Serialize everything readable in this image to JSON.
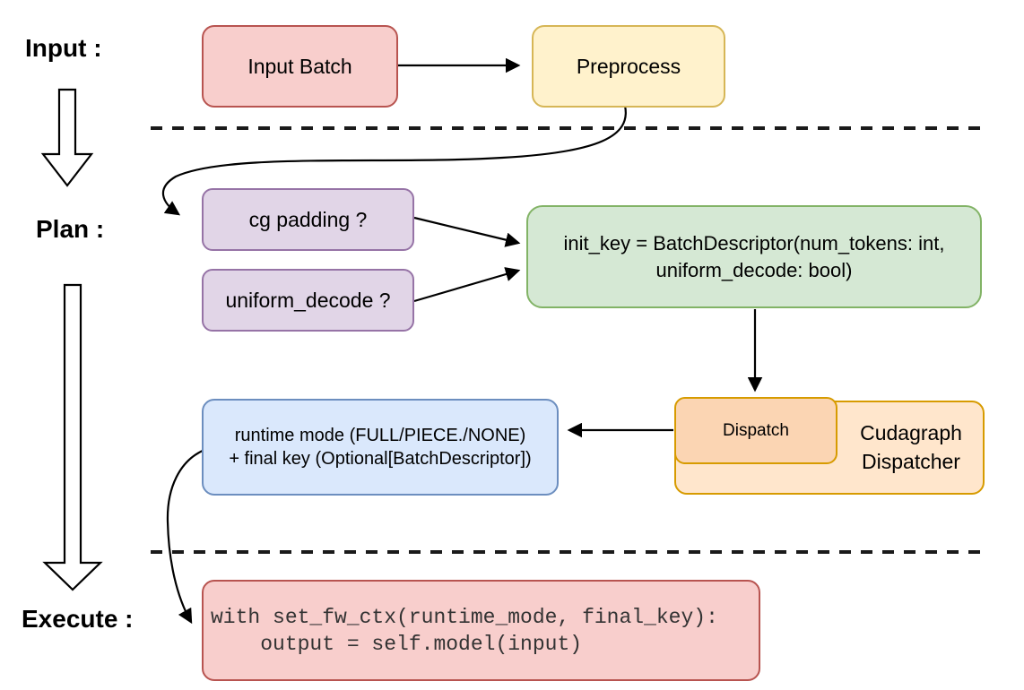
{
  "stages": {
    "input_label": "Input :",
    "plan_label": "Plan :",
    "execute_label": "Execute :"
  },
  "nodes": {
    "input_batch": {
      "label": "Input Batch"
    },
    "preprocess": {
      "label": "Preprocess"
    },
    "cg_padding": {
      "label": "cg padding ?"
    },
    "uniform_decode": {
      "label": "uniform_decode ?"
    },
    "init_key": {
      "line1": "init_key = BatchDescriptor(num_tokens: int,",
      "line2": "uniform_decode: bool)"
    },
    "dispatch": {
      "label": "Dispatch"
    },
    "cudagraph_dispatcher": {
      "line1": "Cudagraph",
      "line2": "Dispatcher"
    },
    "runtime_result": {
      "line1": "runtime mode (FULL/PIECE./NONE)",
      "line2": "+ final key (Optional[BatchDescriptor])"
    },
    "execute_code": {
      "line1": "with set_fw_ctx(runtime_mode, final_key):",
      "line2": "    output = self.model(input)"
    }
  },
  "colors": {
    "red_fill": "#f8cecc",
    "red_stroke": "#b85450",
    "yellow_fill": "#fff2cc",
    "yellow_stroke": "#d6b656",
    "purple_fill": "#e1d5e7",
    "purple_stroke": "#9673a6",
    "green_fill": "#d5e8d4",
    "green_stroke": "#82b366",
    "blue_fill": "#dae8fc",
    "blue_stroke": "#6c8ebf",
    "orange_outer_fill": "#ffe6cc",
    "orange_inner_fill": "#fbd5b3",
    "orange_stroke": "#d79b00",
    "line_color": "#000000"
  }
}
